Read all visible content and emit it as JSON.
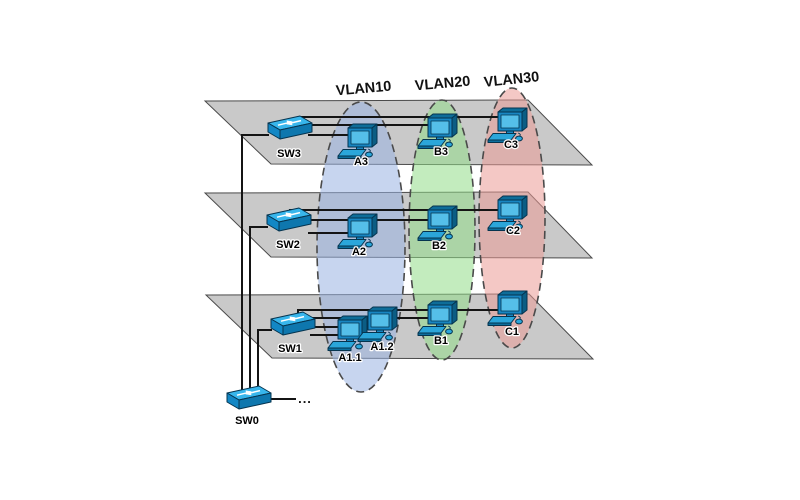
{
  "diagram": {
    "background": "#ffffff",
    "plane_fill": "#c9c9c9",
    "device_color": "#2ba6da"
  },
  "vlans": [
    {
      "label": "VLAN10",
      "fill": "rgba(153,179,225,0.55)"
    },
    {
      "label": "VLAN20",
      "fill": "rgba(145,221,137,0.55)"
    },
    {
      "label": "VLAN30",
      "fill": "rgba(235,155,149,0.55)"
    }
  ],
  "switches": [
    {
      "label": "SW3"
    },
    {
      "label": "SW2"
    },
    {
      "label": "SW1"
    },
    {
      "label": "SW0"
    }
  ],
  "hosts": [
    {
      "label": "A3"
    },
    {
      "label": "B3"
    },
    {
      "label": "C3"
    },
    {
      "label": "A2"
    },
    {
      "label": "B2"
    },
    {
      "label": "C2"
    },
    {
      "label": "A1.1"
    },
    {
      "label": "A1.2"
    },
    {
      "label": "B1"
    },
    {
      "label": "C1"
    }
  ],
  "uplink_continuation": "..."
}
